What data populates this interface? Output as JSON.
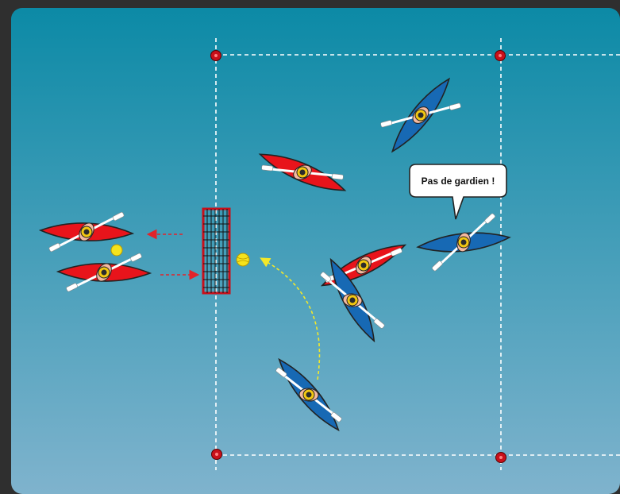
{
  "diagram": {
    "colors": {
      "water_top": "#0c8aa6",
      "water_bottom": "#7fb3cd",
      "red_kayak": "#e8141b",
      "blue_kayak": "#1769b4",
      "ball": "#f5e31b",
      "goal_frame": "#c8101a",
      "buoy": "#c8101a",
      "helmet": "#f2c712",
      "field_line": "#ffffff",
      "pass_arrow": "#f3e82a",
      "move_arrow": "#e2232a"
    },
    "speech_bubble": {
      "text": "Pas de gardien !"
    },
    "players": [
      {
        "team": "blue",
        "role": "blue-player-top"
      },
      {
        "team": "red",
        "role": "red-player-mid-left"
      },
      {
        "team": "blue",
        "role": "blue-player-right"
      },
      {
        "team": "red",
        "role": "red-player-center"
      },
      {
        "team": "blue",
        "role": "blue-player-center"
      },
      {
        "team": "blue",
        "role": "blue-player-bottom"
      },
      {
        "team": "red",
        "role": "red-player-outside-top"
      },
      {
        "team": "red",
        "role": "red-player-outside-bottom"
      }
    ],
    "icons": {
      "goal": "goal-net-icon",
      "ball": "ball-icon",
      "buoy": "buoy-icon"
    }
  }
}
